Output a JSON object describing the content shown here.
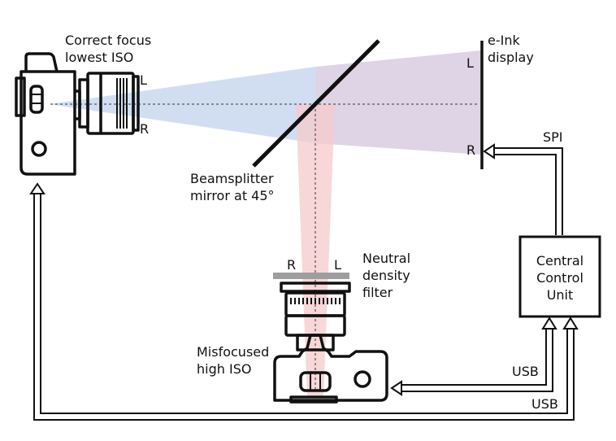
{
  "colors": {
    "blue_beam": "#c9d8f0",
    "red_beam": "#f6c9cc",
    "purple_beam": "#d9cce0",
    "line": "#111111",
    "filter": "#9e9e9e",
    "background": "#ffffff"
  },
  "labels": {
    "camera_top_l1": "Correct focus",
    "camera_top_l2": "lowest ISO",
    "camera_top_L": "L",
    "camera_top_R": "R",
    "display_l1": "e-Ink",
    "display_l2": "display",
    "display_L": "L",
    "display_R": "R",
    "spi": "SPI",
    "beamsplitter_l1": "Beamsplitter",
    "beamsplitter_l2": "mirror at 45°",
    "filter_R": "R",
    "filter_L": "L",
    "filter_l1": "Neutral",
    "filter_l2": "density",
    "filter_l3": "filter",
    "ccu_l1": "Central",
    "ccu_l2": "Control",
    "ccu_l3": "Unit",
    "camera_bottom_l1": "Misfocused",
    "camera_bottom_l2": "high ISO",
    "usb_1": "USB",
    "usb_2": "USB"
  },
  "icons": [
    "dslr-camera-icon",
    "dslr-camera-icon",
    "arrow-icon"
  ]
}
